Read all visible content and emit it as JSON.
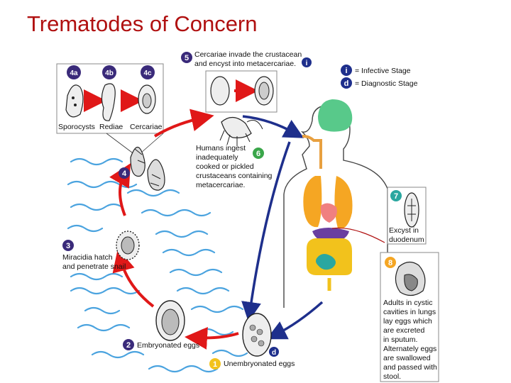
{
  "title": "Trematodes of Concern",
  "legend": {
    "infective_marker": "i",
    "infective_text": "= Infective Stage",
    "diagnostic_marker": "d",
    "diagnostic_text": "= Diagnostic Stage"
  },
  "inset": {
    "tags": [
      "4a",
      "4b",
      "4c"
    ],
    "captions": [
      "Sporocysts",
      "Rediae",
      "Cercariae"
    ]
  },
  "stages": {
    "s1": {
      "num": "1",
      "text": [
        "Unembryonated eggs"
      ]
    },
    "s2": {
      "num": "2",
      "text": [
        "Embryonated eggs"
      ]
    },
    "s3": {
      "num": "3",
      "text": [
        "Miracidia hatch",
        "and penetrate snail"
      ]
    },
    "s4": {
      "num": "4"
    },
    "s5": {
      "num": "5",
      "text": [
        "Cercariae invade the crustacean",
        "and encyst into metacercariae."
      ]
    },
    "s6": {
      "num": "6",
      "text": [
        "Humans ingest",
        "inadequately",
        "cooked or pickled",
        "crustaceans containing",
        "metacercariae."
      ]
    },
    "s7": {
      "num": "7",
      "text": [
        "Excyst in",
        "duodenum"
      ]
    },
    "s8": {
      "num": "8",
      "text": [
        "Adults in cystic",
        "cavities in lungs",
        "lay eggs which",
        "are excreted",
        "in sputum.",
        "Alternately eggs",
        "are swallowed",
        "and passed with",
        "stool."
      ]
    }
  },
  "colors": {
    "title": "#b01010",
    "cycle_arrow": "#e01818",
    "human_arrow": "#1e2f8c",
    "stage_badge": "#3a2a7a",
    "egg_badge": "#f2c21c",
    "adult_badge": "#f5a623",
    "excyst_badge": "#2aa7a0",
    "infective_badge": "#1e2f8c",
    "water": "#4aa3df"
  }
}
